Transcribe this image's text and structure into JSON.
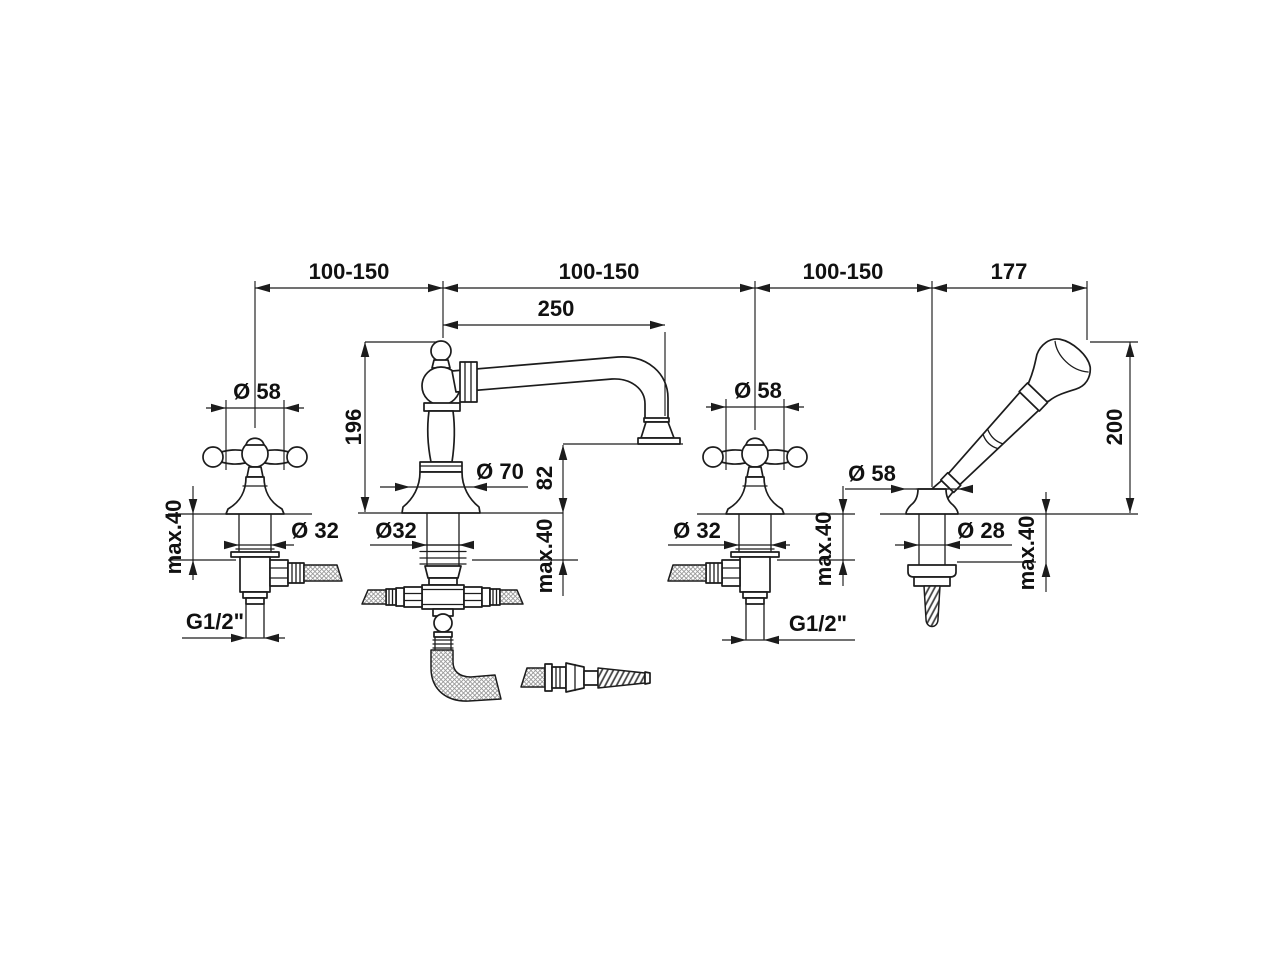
{
  "canvas": {
    "background": "#ffffff",
    "line_color": "#1c1c1c",
    "hatch_color": "#9a9a9a"
  },
  "drawing_type": "bath-mixer-installation-dimensions",
  "dims": {
    "top_span_left": "100-150",
    "top_span_center": "100-150",
    "top_span_right": "100-150",
    "top_span_shower": "177",
    "spout_reach": "250",
    "spout_height": "196",
    "outlet_height": "82",
    "spout_base_dia": "Ø 70",
    "spout_shank_dia": "Ø32",
    "left_valve_dia": "Ø 58",
    "right_valve_dia": "Ø 58",
    "shower_base_dia": "Ø 58",
    "shower_height": "200",
    "shower_shank_dia": "Ø 28",
    "left_valve_shank_dia": "Ø 32",
    "right_valve_shank_dia": "Ø 32",
    "deck_max_left": "max.40",
    "deck_max_center": "max.40",
    "deck_max_right": "max.40",
    "deck_max_shower": "max.40",
    "thread_left": "G1/2\"",
    "thread_right": "G1/2\""
  }
}
